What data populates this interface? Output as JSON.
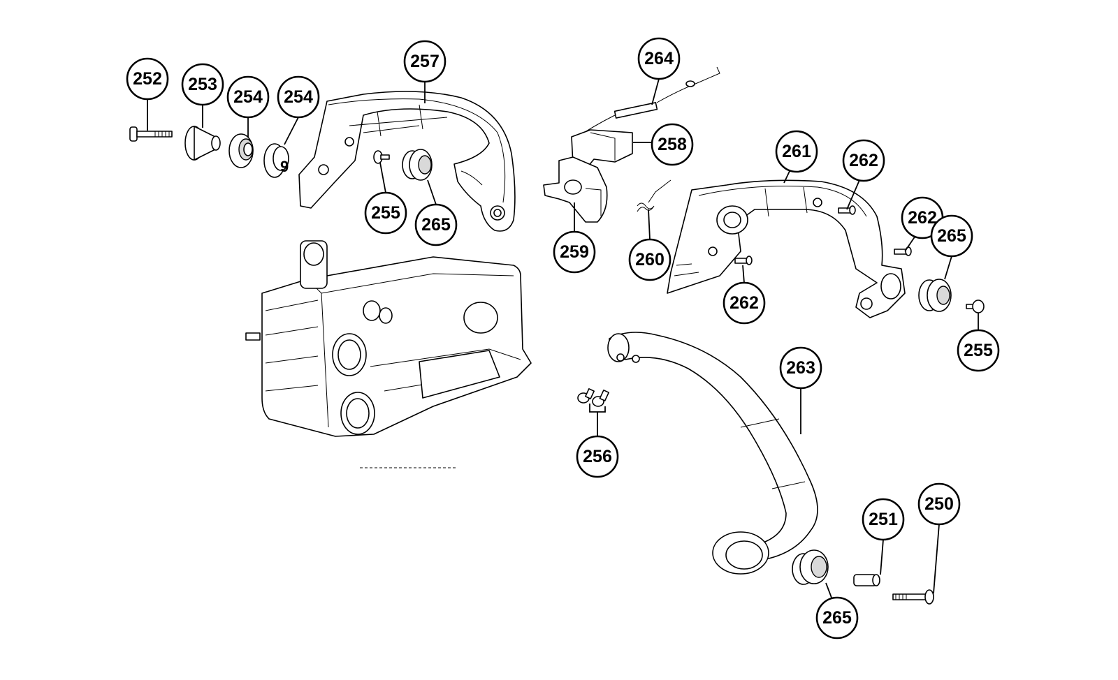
{
  "callouts": [
    {
      "id": "c250",
      "label": "250"
    },
    {
      "id": "c251",
      "label": "251"
    },
    {
      "id": "c252",
      "label": "252"
    },
    {
      "id": "c253",
      "label": "253"
    },
    {
      "id": "c254a",
      "label": "254"
    },
    {
      "id": "c254b",
      "label": "254"
    },
    {
      "id": "c255a",
      "label": "255"
    },
    {
      "id": "c255b",
      "label": "255"
    },
    {
      "id": "c256",
      "label": "256"
    },
    {
      "id": "c257",
      "label": "257"
    },
    {
      "id": "c258",
      "label": "258"
    },
    {
      "id": "c259",
      "label": "259"
    },
    {
      "id": "c260",
      "label": "260"
    },
    {
      "id": "c261",
      "label": "261"
    },
    {
      "id": "c262a",
      "label": "262"
    },
    {
      "id": "c262b",
      "label": "262"
    },
    {
      "id": "c262c",
      "label": "262"
    },
    {
      "id": "c263",
      "label": "263"
    },
    {
      "id": "c264",
      "label": "264"
    },
    {
      "id": "c265a",
      "label": "265"
    },
    {
      "id": "c265b",
      "label": "265"
    },
    {
      "id": "c265c",
      "label": "265"
    }
  ],
  "stray_mark": "9"
}
